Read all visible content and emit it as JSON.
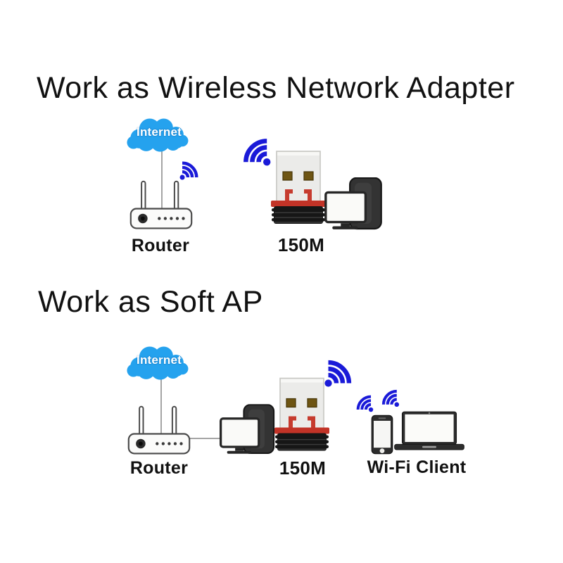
{
  "sections": [
    {
      "id": "wireless-network-adapter",
      "title": "Work as Wireless Network Adapter",
      "cloud_label": "Internet",
      "router_label": "Router",
      "adapter_label": "150M"
    },
    {
      "id": "soft-ap",
      "title": "Work as Soft AP",
      "cloud_label": "Internet",
      "router_label": "Router",
      "adapter_label": "150M",
      "client_label": "Wi-Fi Client"
    }
  ],
  "colors": {
    "background": "#ffffff",
    "text_black": "#111111",
    "cloud_blue": "#25a2ee",
    "wifi_blue": "#1a1ad8",
    "adapter_red": "#c23327",
    "adapter_black": "#161616",
    "usb_metal_silver": "#ebebe9",
    "usb_contact_gold": "#6e5513",
    "device_dark": "#2d2d2d",
    "connector_line_gray": "#a5a5a5"
  },
  "icons": {
    "internet_cloud": "bumpy-cloud-shape",
    "wifi_signal": "three-arcs-with-dot",
    "router": "box-with-two-antennas-led-and-dots",
    "usb_adapter": "usb-dongle-silver-red-black",
    "desktop_computer": "monitor-with-tower",
    "smartphone": "phone-with-home-button",
    "laptop": "open-laptop"
  }
}
